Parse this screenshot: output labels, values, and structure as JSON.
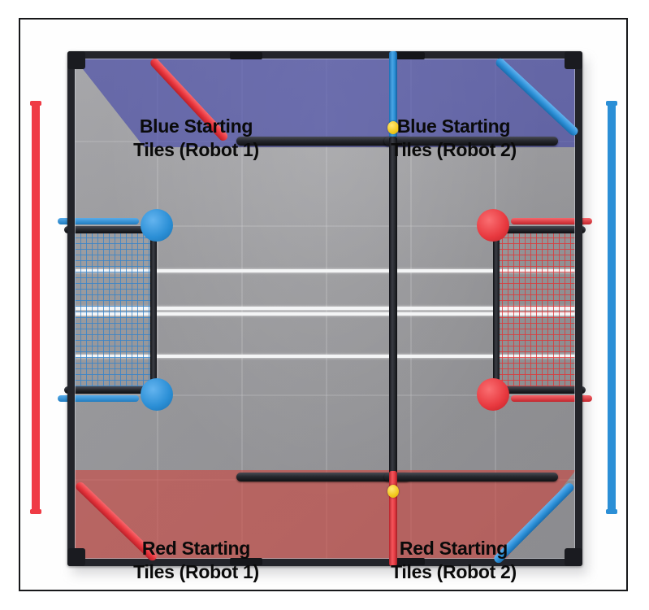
{
  "diagram": {
    "title": "VEX Robotics Field Layout — Starting Tiles",
    "field_label": "competition-field"
  },
  "zones": {
    "blue": {
      "fill_color": "#3a3ea8",
      "tiles": [
        {
          "line1": "Blue Starting",
          "line2": "Tiles (Robot 1)"
        },
        {
          "line1": "Blue Starting",
          "line2": "Tiles (Robot 2)"
        }
      ]
    },
    "red": {
      "fill_color": "#d43e37",
      "tiles": [
        {
          "line1": "Red Starting",
          "line2": "Tiles (Robot 1)"
        },
        {
          "line1": "Red Starting",
          "line2": "Tiles (Robot 2)"
        }
      ]
    }
  },
  "side_bars": {
    "left": {
      "name": "red-alliance-side-bar",
      "color": "#ef3b45"
    },
    "right": {
      "name": "blue-alliance-side-bar",
      "color": "#2b8fd6"
    }
  },
  "goals": {
    "left": {
      "name": "blue-goal",
      "color": "#2b8fd6",
      "net": "blue-net"
    },
    "right": {
      "name": "red-goal",
      "color": "#e8393f",
      "net": "red-net"
    }
  },
  "center_structures": {
    "top_stake": {
      "name": "blue-wall-stake",
      "color": "#2b8fd6"
    },
    "bottom_stake": {
      "name": "red-wall-stake",
      "color": "#e8393f"
    },
    "markers": {
      "name": "yellow-alignment-dot",
      "color": "#f2c81c"
    }
  },
  "corner_bars": [
    {
      "name": "top-left-diagonal-bar",
      "color": "#e7343c"
    },
    {
      "name": "top-right-diagonal-bar",
      "color": "#2b8fd6"
    },
    {
      "name": "bottom-left-diagonal-bar",
      "color": "#e7343c"
    },
    {
      "name": "bottom-right-diagonal-bar",
      "color": "#2b8fd6"
    }
  ],
  "tape_lines": {
    "name": "white-tape-line",
    "color": "#f4f5f6",
    "count": 4
  },
  "colors": {
    "floor": "#9b9b9e",
    "perimeter": "#23242a",
    "background": "#ffffff",
    "border": "#17181a"
  }
}
